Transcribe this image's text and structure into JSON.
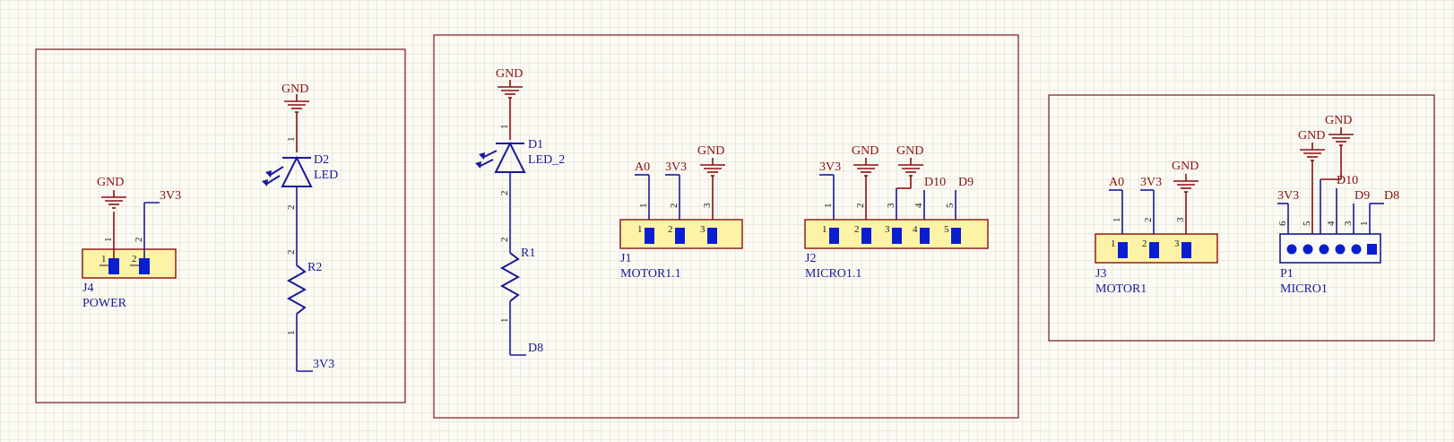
{
  "net_labels": {
    "gnd": "GND",
    "v33": "3V3",
    "a0": "A0",
    "d8": "D8",
    "d9": "D9",
    "d10": "D10"
  },
  "components": {
    "j4": {
      "ref": "J4",
      "name": "POWER"
    },
    "d2": {
      "ref": "D2",
      "name": "LED"
    },
    "r2": {
      "ref": "R2"
    },
    "d1": {
      "ref": "D1",
      "name": "LED_2"
    },
    "r1": {
      "ref": "R1"
    },
    "j1": {
      "ref": "J1",
      "name": "MOTOR1.1"
    },
    "j2": {
      "ref": "J2",
      "name": "MICRO1.1"
    },
    "j3": {
      "ref": "J3",
      "name": "MOTOR1"
    },
    "p1": {
      "ref": "P1",
      "name": "MICRO1"
    }
  },
  "pins": {
    "p1": "1",
    "p2": "2",
    "p3": "3",
    "p4": "4",
    "p5": "5",
    "p6": "6"
  },
  "colors": {
    "wire": "#1a1a9a",
    "power": "#8a1010",
    "sheet": "#7a1b1b",
    "body": "#fdf3a6",
    "pad": "#0a1ecf"
  }
}
